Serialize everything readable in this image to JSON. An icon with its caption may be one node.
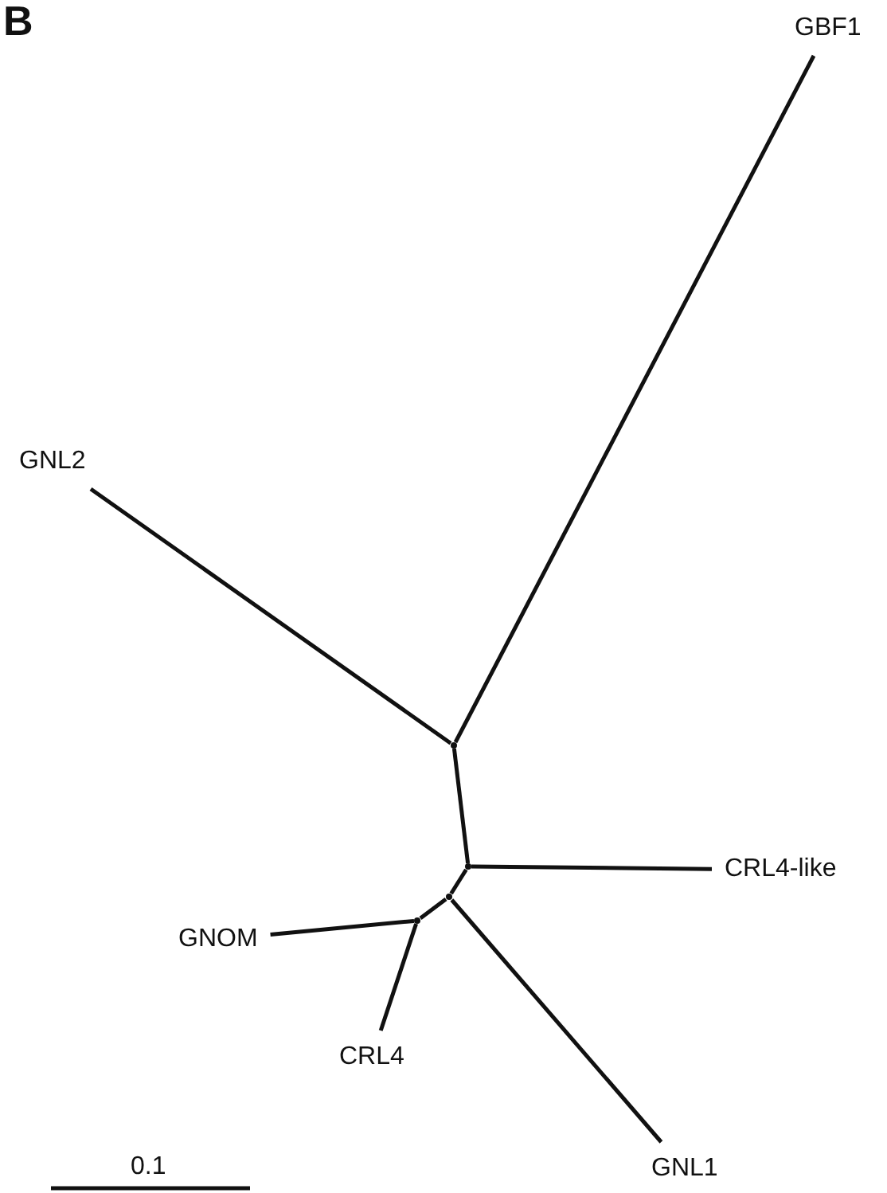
{
  "diagram": {
    "nodes": [
      {
        "text": [
          "GBF1"
        ]
      },
      {
        "text": [
          "GNL2"
        ]
      },
      {
        "text": [],
        "shape": "point"
      },
      {
        "text": [],
        "shape": "point"
      },
      {
        "text": [
          "CRL4-like"
        ]
      },
      {
        "text": [],
        "shape": "point"
      },
      {
        "text": [
          "GNOM"
        ]
      },
      {
        "text": [],
        "shape": "point"
      },
      {
        "text": [
          "CRL4"
        ]
      },
      {
        "text": [
          "GNL1"
        ]
      }
    ],
    "edges": [
      {
        "from": 2,
        "to": 0,
        "arrow": "none"
      },
      {
        "from": 2,
        "to": 1,
        "arrow": "none"
      },
      {
        "from": 2,
        "to": 3,
        "arrow": "none"
      },
      {
        "from": 3,
        "to": 4,
        "arrow": "none"
      },
      {
        "from": 3,
        "to": 5,
        "arrow": "none"
      },
      {
        "from": 5,
        "to": 9,
        "arrow": "none"
      },
      {
        "from": 5,
        "to": 7,
        "arrow": "none"
      },
      {
        "from": 7,
        "to": 6,
        "arrow": "none"
      },
      {
        "from": 7,
        "to": 8,
        "arrow": "none"
      }
    ],
    "labels": [
      "B",
      "0.1"
    ]
  }
}
